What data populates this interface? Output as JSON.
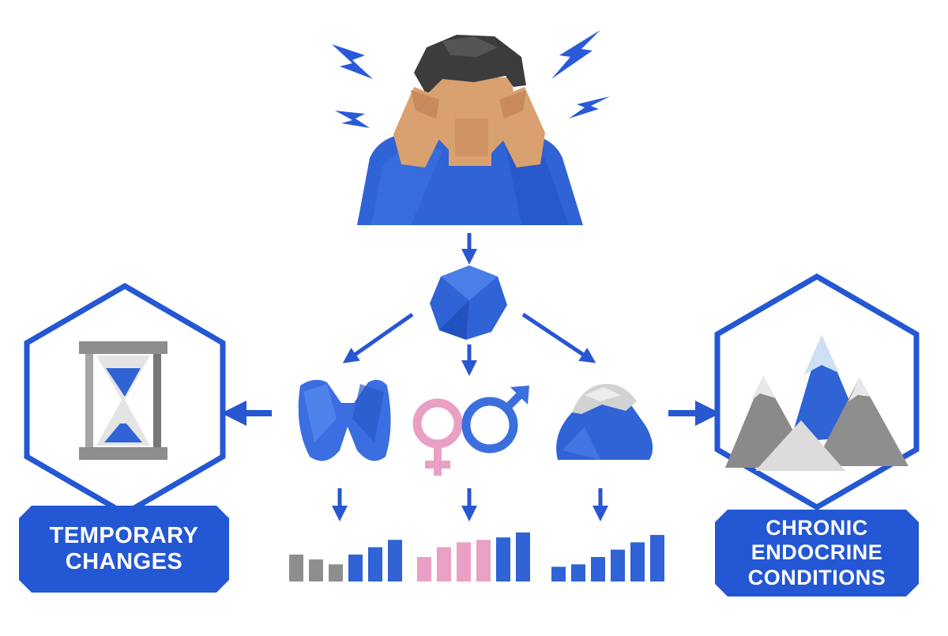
{
  "colors": {
    "primary_blue": "#2f63d6",
    "dark_blue": "#1f4fc7",
    "arrow_blue": "#2956d1",
    "pink": "#e9a0c4",
    "grey": "#8e8e8e",
    "skin": "#d9a070",
    "hair": "#3c3c3c"
  },
  "icons": {
    "person": "stressed-person-icon",
    "hub": "hormone-hub-icon",
    "thyroid": "thyroid-gland-icon",
    "sex_hormones": "gender-symbols-icon",
    "adrenal": "adrenal-gland-icon",
    "hourglass": "hourglass-icon",
    "mountains": "mountains-icon"
  },
  "left_panel": {
    "label_line1": "TEMPORARY",
    "label_line2": "CHANGES"
  },
  "right_panel": {
    "label_line1": "CHRONIC",
    "label_line2": "ENDOCRINE",
    "label_line3": "CONDITIONS"
  },
  "bar_groups": [
    {
      "name": "thyroid-levels",
      "values": [
        0.55,
        0.45,
        0.35,
        0.55,
        0.7,
        0.85
      ],
      "colors": [
        "grey",
        "grey",
        "grey",
        "blue",
        "blue",
        "blue"
      ]
    },
    {
      "name": "sex-hormone-levels",
      "values": [
        0.5,
        0.7,
        0.8,
        0.85,
        0.9,
        1.0
      ],
      "colors": [
        "pink",
        "pink",
        "pink",
        "pink",
        "blue",
        "blue"
      ]
    },
    {
      "name": "adrenal-levels",
      "values": [
        0.3,
        0.35,
        0.5,
        0.65,
        0.8,
        0.95
      ],
      "colors": [
        "blue",
        "blue",
        "blue",
        "blue",
        "blue",
        "blue"
      ]
    }
  ]
}
